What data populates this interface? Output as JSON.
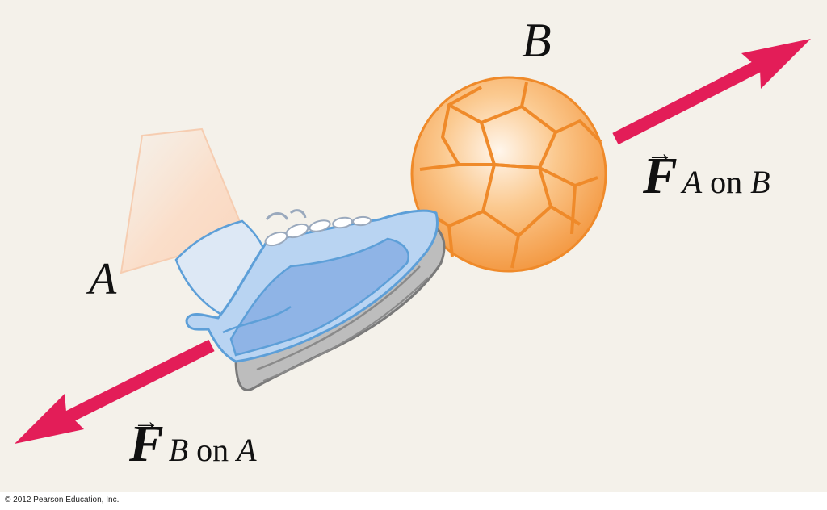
{
  "labels": {
    "object_a": "A",
    "object_b": "B"
  },
  "force_a_on_b": {
    "symbol": "F",
    "arrow": "→",
    "subscript_pre": "A",
    "subscript_mid": " on ",
    "subscript_post": "B"
  },
  "force_b_on_a": {
    "symbol": "F",
    "arrow": "→",
    "subscript_pre": "B",
    "subscript_mid": " on ",
    "subscript_post": "A"
  },
  "copyright": "© 2012 Pearson Education, Inc.",
  "colors": {
    "background": "#f4f1ea",
    "arrow": "#e31d58",
    "ball_fill": "#f7a85a",
    "ball_seam": "#ef8a2a",
    "shoe_light": "#b9d4f2",
    "shoe_mid": "#8fb4e6",
    "shoe_stroke": "#5d9fd8",
    "sole": "#b8b8b8",
    "sock": "#dde8f5",
    "leg": "#fbe0cc"
  }
}
